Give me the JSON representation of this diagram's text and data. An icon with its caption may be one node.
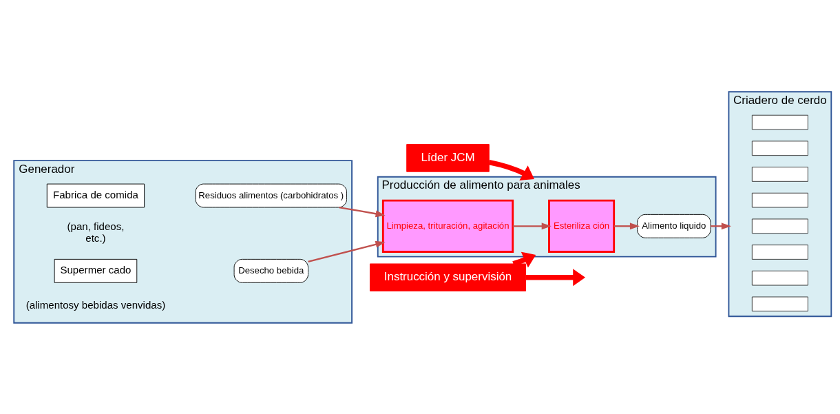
{
  "diagram": {
    "nodes": [
      {
        "text": [
          "Generador"
        ]
      },
      {
        "text": [
          "Fabrica de comida"
        ],
        "in": 0,
        "beside": [
          "(pan, fideos, etc.)"
        ]
      },
      {
        "text": [
          "Supermer cado"
        ],
        "in": 0
      },
      {
        "text": [
          "Residuos alimentos (carbohidratos )"
        ],
        "in": 0
      },
      {
        "text": [
          "Desecho bebida"
        ],
        "in": 0
      },
      {
        "text": [
          "Líder JCM"
        ]
      },
      {
        "text": [
          "Producción de alimento para animales"
        ]
      },
      {
        "text": [
          "Limpieza, trituración, agitación"
        ],
        "in": 6
      },
      {
        "text": [
          "Esteriliza ción"
        ],
        "in": 6
      },
      {
        "text": [
          "Alimento liquido"
        ],
        "in": 6
      },
      {
        "text": [
          "Instrucción y supervisión"
        ]
      },
      {
        "text": [
          "Criadero de cerdo"
        ]
      },
      {
        "text": [],
        "shape": "box",
        "in": 11
      },
      {
        "text": [],
        "shape": "box",
        "in": 11
      },
      {
        "text": [],
        "shape": "box",
        "in": 11
      },
      {
        "text": [],
        "shape": "box",
        "in": 11
      },
      {
        "text": [],
        "shape": "box",
        "in": 11
      },
      {
        "text": [],
        "shape": "box",
        "in": 11
      },
      {
        "text": [],
        "shape": "box",
        "in": 11
      },
      {
        "text": [],
        "shape": "box",
        "in": 11
      }
    ],
    "edges": [
      {
        "from": 3,
        "to": 7,
        "arrow": "to"
      },
      {
        "from": 4,
        "to": 7,
        "arrow": "to"
      },
      {
        "from": 7,
        "to": 8,
        "arrow": "to"
      },
      {
        "from": 8,
        "to": 9,
        "arrow": "to"
      },
      {
        "from": 9,
        "to": 11,
        "arrow": "to"
      },
      {
        "from": 5,
        "to": 6,
        "arrow": "to",
        "style": "thick",
        "color": "#ff0000"
      },
      {
        "from": 10,
        "to": 6,
        "arrow": "to",
        "style": "thick",
        "color": "#ff0000"
      },
      {
        "from": 10,
        "to": null,
        "arrow": "to",
        "style": "thick",
        "color": "#ff0000"
      }
    ],
    "labels": [
      "(alimentosy bebidas venvidas)"
    ]
  }
}
